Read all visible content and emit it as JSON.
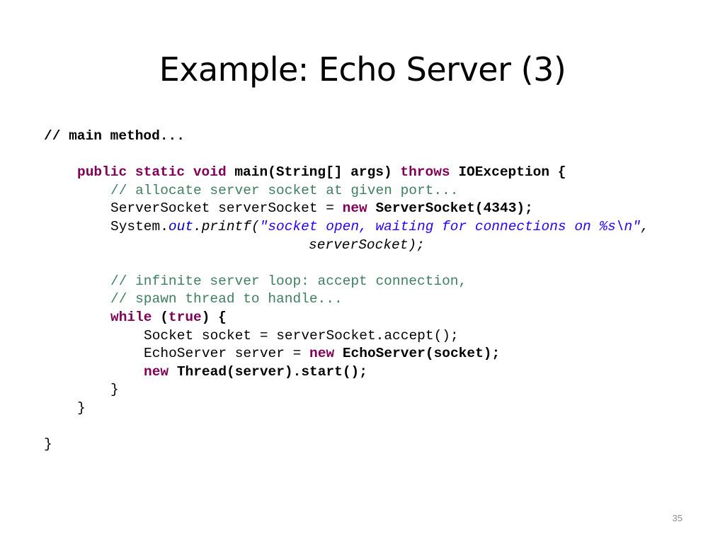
{
  "slide": {
    "title": "Example: Echo Server (3)",
    "page_number": "35"
  },
  "code": {
    "lines": [
      {
        "indent": 0,
        "tokens": [
          {
            "t": "// main method...",
            "c": "b"
          }
        ]
      },
      {
        "indent": 0,
        "tokens": []
      },
      {
        "indent": 1,
        "tokens": [
          {
            "t": "public",
            "c": "kw"
          },
          {
            "t": " "
          },
          {
            "t": "static",
            "c": "kw"
          },
          {
            "t": " "
          },
          {
            "t": "void",
            "c": "kw"
          },
          {
            "t": " "
          },
          {
            "t": "main(String[] args)",
            "c": "b"
          },
          {
            "t": " "
          },
          {
            "t": "throws",
            "c": "kw"
          },
          {
            "t": " "
          },
          {
            "t": "IOException {",
            "c": "b"
          }
        ]
      },
      {
        "indent": 2,
        "tokens": [
          {
            "t": "// allocate server socket at given port...",
            "c": "cm"
          }
        ]
      },
      {
        "indent": 2,
        "tokens": [
          {
            "t": "ServerSocket serverSocket = "
          },
          {
            "t": "new",
            "c": "kw"
          },
          {
            "t": " "
          },
          {
            "t": "ServerSocket(4343);",
            "c": "b"
          }
        ]
      },
      {
        "indent": 2,
        "tokens": [
          {
            "t": "System."
          },
          {
            "t": "out",
            "c": "fld"
          },
          {
            "t": ".printf(",
            "c": "it"
          },
          {
            "t": "\"socket open, waiting for connections on %s\\n\"",
            "c": "str"
          },
          {
            "t": ",",
            "c": "it"
          }
        ]
      },
      {
        "indent": 0,
        "pad": 374,
        "tokens": [
          {
            "t": "serverSocket);",
            "c": "it"
          }
        ]
      },
      {
        "indent": 0,
        "tokens": []
      },
      {
        "indent": 2,
        "tokens": [
          {
            "t": "// infinite server loop: accept connection,",
            "c": "cm"
          }
        ]
      },
      {
        "indent": 2,
        "tokens": [
          {
            "t": "// spawn thread to handle...",
            "c": "cm"
          }
        ]
      },
      {
        "indent": 2,
        "tokens": [
          {
            "t": "while",
            "c": "kw"
          },
          {
            "t": " "
          },
          {
            "t": "(",
            "c": "b"
          },
          {
            "t": "true",
            "c": "kw"
          },
          {
            "t": ") {",
            "c": "b"
          }
        ]
      },
      {
        "indent": 3,
        "tokens": [
          {
            "t": "Socket socket = serverSocket.accept();"
          }
        ]
      },
      {
        "indent": 3,
        "tokens": [
          {
            "t": "EchoServer server = "
          },
          {
            "t": "new",
            "c": "kw"
          },
          {
            "t": " "
          },
          {
            "t": "EchoServer(socket);",
            "c": "b"
          }
        ]
      },
      {
        "indent": 3,
        "tokens": [
          {
            "t": "new",
            "c": "kw"
          },
          {
            "t": " "
          },
          {
            "t": "Thread(server).start();",
            "c": "b"
          }
        ]
      },
      {
        "indent": 2,
        "tokens": [
          {
            "t": "}"
          }
        ]
      },
      {
        "indent": 1,
        "tokens": [
          {
            "t": "}"
          }
        ]
      },
      {
        "indent": 0,
        "tokens": []
      },
      {
        "indent": 0,
        "tokens": [
          {
            "t": "}"
          }
        ]
      }
    ]
  },
  "colors": {
    "keyword": "#7f0055",
    "comment": "#3f7f5f",
    "string": "#2a00ff",
    "field": "#0000c0",
    "page_number": "#8c8c8c"
  }
}
